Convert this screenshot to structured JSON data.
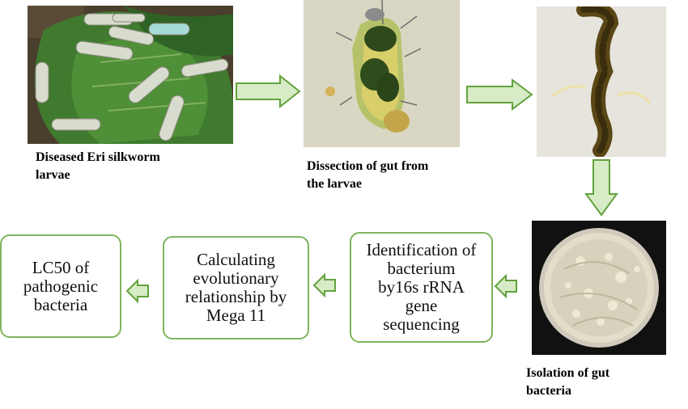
{
  "colors": {
    "arrow_fill": "#d6ebc6",
    "arrow_stroke": "#63a23e",
    "box_border": "#7fb45c"
  },
  "photos": {
    "larvae": {
      "icon": "silkworm-larvae-photo"
    },
    "dissection": {
      "icon": "gut-dissection-photo"
    },
    "gut": {
      "icon": "extracted-gut-photo"
    },
    "plate": {
      "icon": "petri-dish-culture-photo"
    }
  },
  "captions": {
    "larvae": [
      "Diseased Eri silkworm",
      "larvae"
    ],
    "dissection": [
      "Dissection of gut from",
      "the larvae"
    ],
    "isolation": [
      "Isolation of gut",
      "bacteria"
    ]
  },
  "boxes": {
    "identification": [
      "Identification of",
      "bacterium",
      "by16s rRNA",
      "gene",
      "sequencing"
    ],
    "calculating": [
      "Calculating",
      "evolutionary",
      "relationship by",
      "Mega 11"
    ],
    "lc50": [
      "LC50 of",
      "pathogenic",
      "bacteria"
    ]
  }
}
